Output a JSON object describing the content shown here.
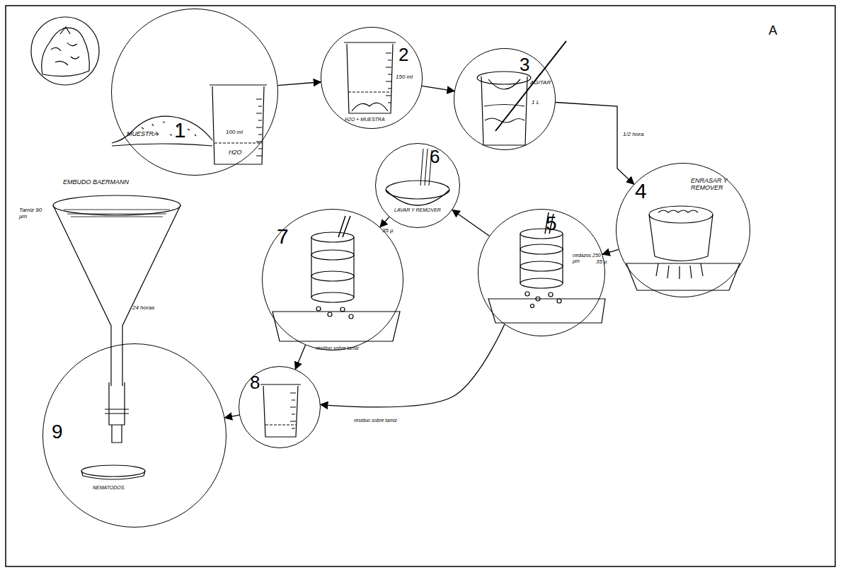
{
  "diagram": {
    "nodes": [
      {
        "text": [
          "1",
          "MUESTRA",
          "H2O",
          "100 ml"
        ]
      },
      {
        "text": [
          "2",
          "150 ml",
          "H2O + MUESTRA"
        ]
      },
      {
        "text": [
          "3",
          "AGITAR",
          "1 L"
        ]
      },
      {
        "text": [
          "4",
          "ENRASAR Y REMOVER"
        ]
      },
      {
        "text": [
          "5",
          "cedazos 250 µm"
        ]
      },
      {
        "text": [
          "6",
          "LAVAR Y REMOVER"
        ]
      },
      {
        "text": [
          "7"
        ]
      },
      {
        "text": [
          "8"
        ]
      },
      {
        "text": [
          "9",
          "EMBUDO BAERMANN",
          "Tamiz 90 µm",
          "24 horas",
          "NEMATODOS"
        ]
      }
    ],
    "edges": [
      {
        "from": 0,
        "to": 1,
        "arrow": "to"
      },
      {
        "from": 1,
        "to": 2,
        "arrow": "to"
      },
      {
        "from": 2,
        "to": 3,
        "label": "1/2 hora",
        "arrow": "to"
      },
      {
        "from": 3,
        "to": 4,
        "label": "35 µ",
        "arrow": "to"
      },
      {
        "from": 4,
        "to": 5,
        "arrow": "to"
      },
      {
        "from": 5,
        "to": 6,
        "label": "35 µ",
        "arrow": "to"
      },
      {
        "from": 6,
        "to": 7,
        "label": "residuo sobre tamiz",
        "arrow": "to"
      },
      {
        "from": 4,
        "to": 7,
        "label": "residuo sobre tamiz",
        "arrow": "to"
      },
      {
        "from": 7,
        "to": 8,
        "arrow": "to"
      }
    ],
    "labels": [
      "A"
    ]
  }
}
